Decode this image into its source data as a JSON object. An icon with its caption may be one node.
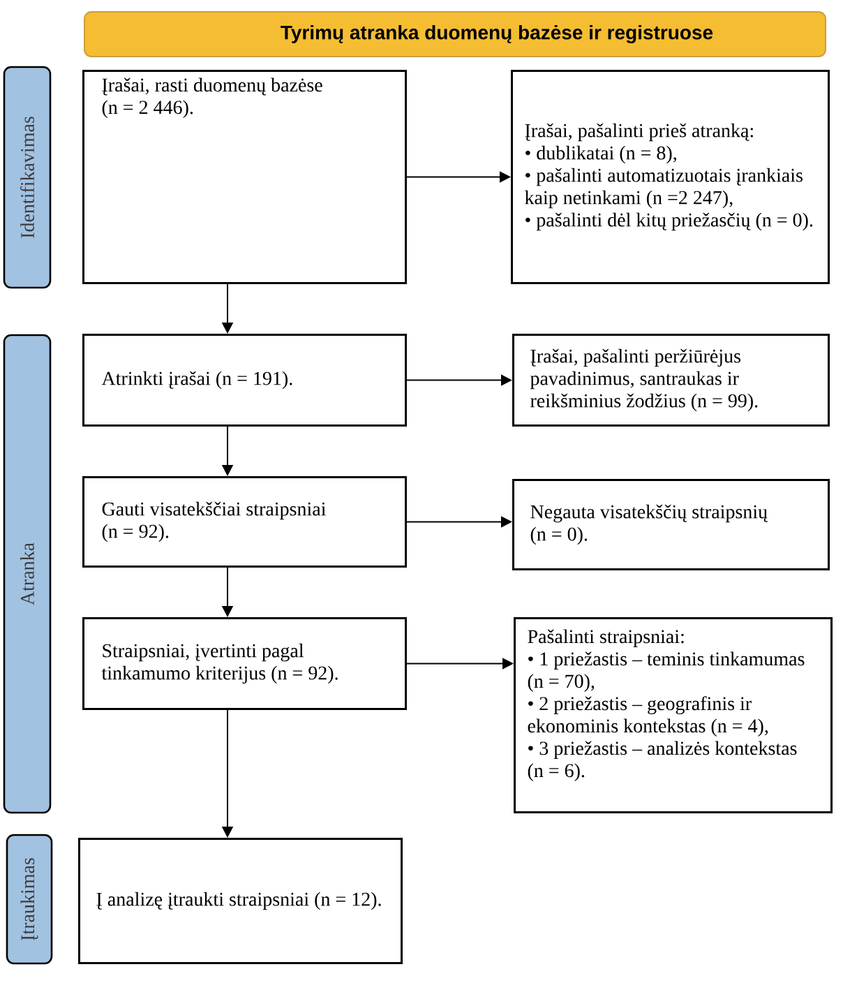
{
  "diagram": {
    "nodes": [
      {
        "text": [
          "Tyrimų atranka duomenų bazėse ir registruose"
        ]
      },
      {
        "text": [
          "Identifikavimas"
        ]
      },
      {
        "text": [
          "Įrašai, rasti duomenų bazėse (n = 2 446)."
        ]
      },
      {
        "text": [
          "Įrašai, pašalinti prieš atranką:",
          "• dublikatai (n = 8),",
          "• pašalinti automatizuotais įrankiais kaip netinkami (n =2 247),",
          "• pašalinti dėl kitų priežasčių (n = 0)."
        ]
      },
      {
        "text": [
          "Atranka"
        ]
      },
      {
        "text": [
          "Atrinkti įrašai (n = 191)."
        ]
      },
      {
        "text": [
          "Įrašai, pašalinti peržiūrėjus pavadinimus, santraukas ir reikšminius žodžius (n = 99)."
        ]
      },
      {
        "text": [
          "Gauti visatekščiai straipsniai (n = 92)."
        ]
      },
      {
        "text": [
          "Negauta visatekščių straipsnių (n = 0)."
        ]
      },
      {
        "text": [
          "Straipsniai, įvertinti pagal tinkamumo kriterijus (n = 92)."
        ]
      },
      {
        "text": [
          "Pašalinti straipsniai:",
          "• 1 priežastis – teminis tinkamumas (n = 70),",
          "• 2 priežastis – geografinis ir ekonominis kontekstas (n = 4),",
          "• 3 priežastis – analizės kontekstas (n = 6)."
        ]
      },
      {
        "text": [
          "Įtraukimas"
        ]
      },
      {
        "text": [
          "Į analizę įtraukti straipsniai (n = 12)."
        ]
      }
    ],
    "edges": [
      {
        "from": 2,
        "to": 3,
        "arrow": "to"
      },
      {
        "from": 2,
        "to": 5,
        "arrow": "to"
      },
      {
        "from": 5,
        "to": 6,
        "arrow": "to"
      },
      {
        "from": 5,
        "to": 7,
        "arrow": "to"
      },
      {
        "from": 7,
        "to": 8,
        "arrow": "to"
      },
      {
        "from": 7,
        "to": 9,
        "arrow": "to"
      },
      {
        "from": 9,
        "to": 10,
        "arrow": "to"
      },
      {
        "from": 9,
        "to": 12,
        "arrow": "to"
      }
    ]
  }
}
